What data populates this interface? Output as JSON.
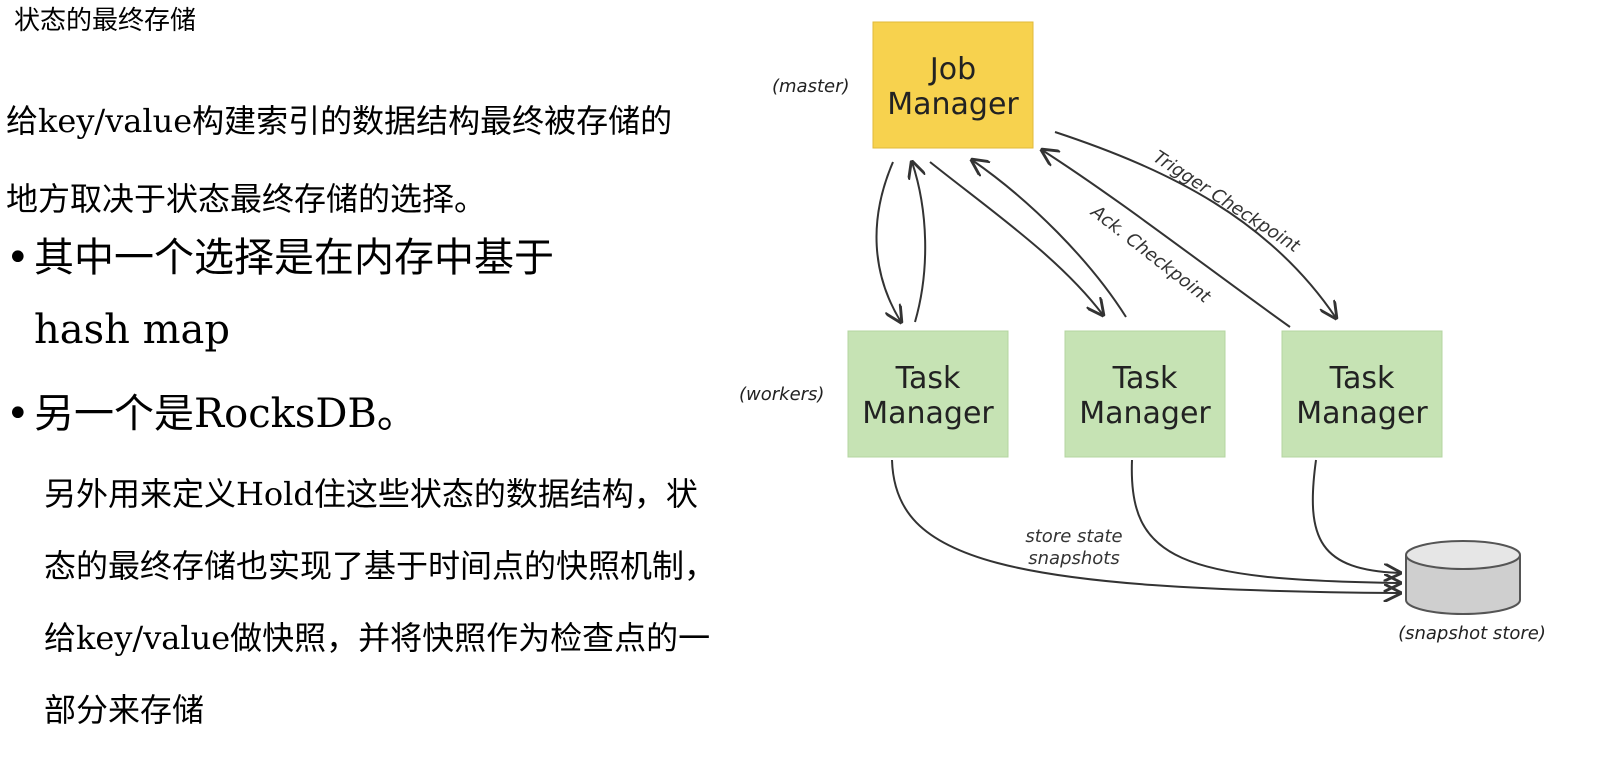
{
  "heading": "状态的最终存储",
  "intro": "给key/value构建索引的数据结构最终被存储的地方取决于状态最终存储的选择。",
  "bullets": [
    {
      "text": "其中一个选择是在内存中基于 hash map"
    },
    {
      "text": "另一个是RocksDB。"
    }
  ],
  "note": "另外用来定义Hold住这些状态的数据结构，状态的最终存储也实现了基于时间点的快照机制，给key/value做快照，并将快照作为检查点的一部分来存储",
  "diagram": {
    "job_manager": {
      "line1": "Job",
      "line2": "Manager"
    },
    "role_master": "(master)",
    "role_workers": "(workers)",
    "task_managers": [
      {
        "line1": "Task",
        "line2": "Manager"
      },
      {
        "line1": "Task",
        "line2": "Manager"
      },
      {
        "line1": "Task",
        "line2": "Manager"
      }
    ],
    "trigger_label": "Trigger Checkpoint",
    "ack_label": "Ack. Checkpoint",
    "store_label": {
      "line1": "store state",
      "line2": "snapshots"
    },
    "snapshot_store_label": "(snapshot store)"
  },
  "colors": {
    "job_manager_fill": "#f7d24e",
    "task_manager_fill": "#c6e3b4",
    "arrow": "#333333",
    "store_fill": "#cfcfcf"
  }
}
